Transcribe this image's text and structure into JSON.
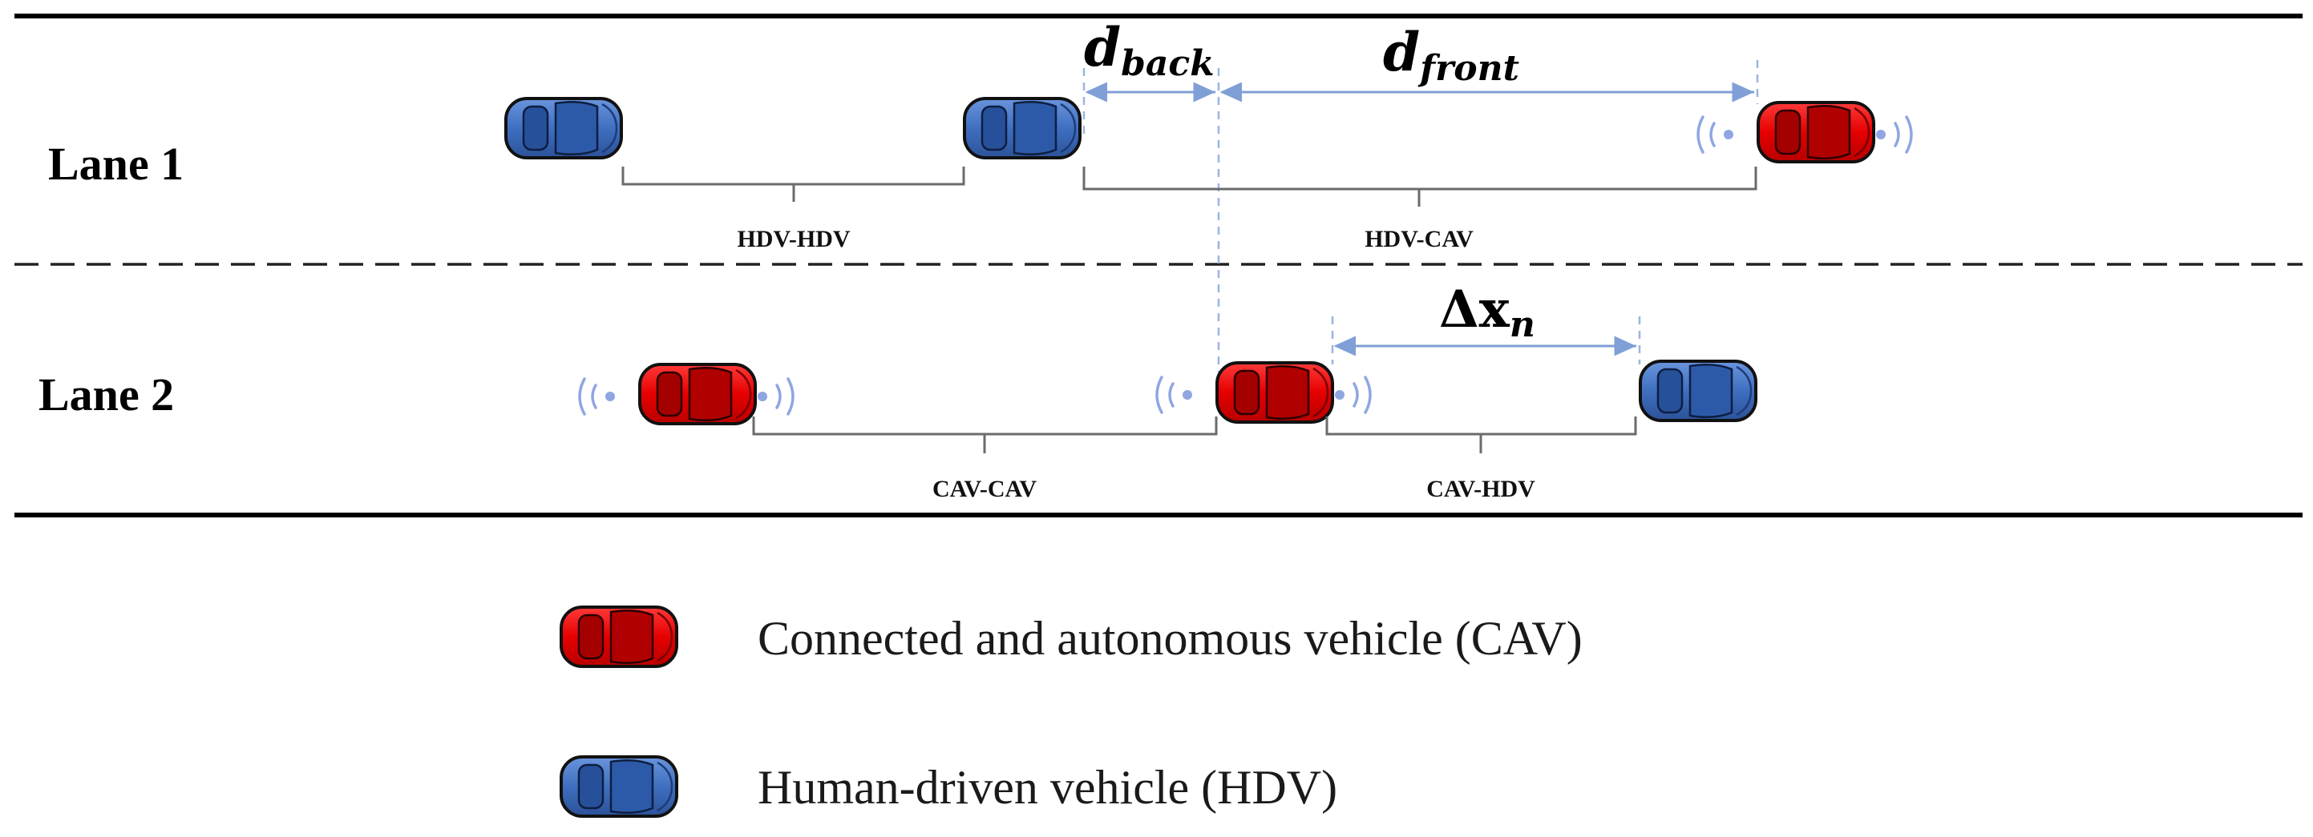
{
  "lanes": [
    {
      "label": "Lane 1"
    },
    {
      "label": "Lane 2"
    }
  ],
  "vehicles": {
    "lane1": [
      "HDV",
      "HDV",
      "CAV"
    ],
    "lane2": [
      "CAV",
      "CAV",
      "HDV"
    ]
  },
  "pair_labels": {
    "lane1_left": "HDV-HDV",
    "lane1_right": "HDV-CAV",
    "lane2_left": "CAV-CAV",
    "lane2_right": "CAV-HDV"
  },
  "distances": {
    "back_main": "d",
    "back_sub": "back",
    "front_main": "d",
    "front_sub": "front",
    "gap_main": "Δx",
    "gap_sub": "n"
  },
  "legend": {
    "cav": "Connected and autonomous vehicle (CAV)",
    "hdv": "Human-driven vehicle (HDV)"
  },
  "colors": {
    "cav": "#e00000",
    "hdv": "#3f6fc0",
    "annotation": "#7f9fd6"
  },
  "icons": [
    "red-car-icon",
    "blue-car-icon",
    "wireless-signal-icon"
  ]
}
